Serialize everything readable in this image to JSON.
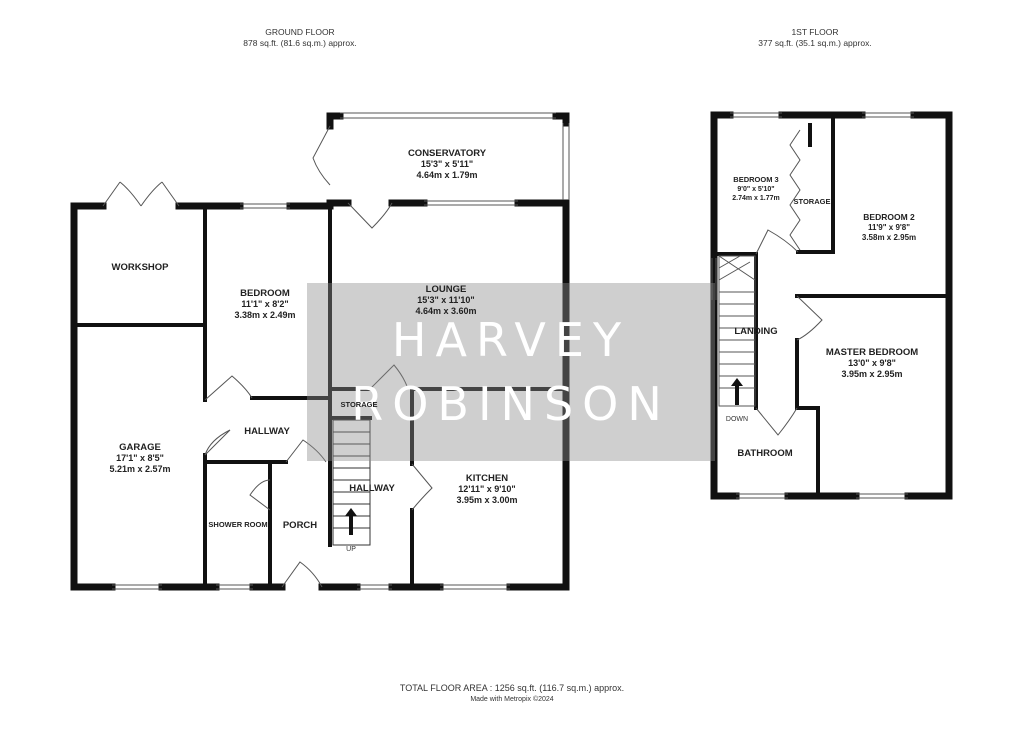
{
  "ground_floor": {
    "title": "GROUND FLOOR",
    "area": "878 sq.ft. (81.6 sq.m.) approx.",
    "rooms": {
      "conservatory": {
        "name": "CONSERVATORY",
        "imperial": "15'3\" x 5'11\"",
        "metric": "4.64m x 1.79m"
      },
      "workshop": {
        "name": "WORKSHOP"
      },
      "bedroom": {
        "name": "BEDROOM",
        "imperial": "11'1\" x 8'2\"",
        "metric": "3.38m x 2.49m"
      },
      "lounge": {
        "name": "LOUNGE",
        "imperial": "15'3\" x 11'10\"",
        "metric": "4.64m x 3.60m"
      },
      "storage": {
        "name": "STORAGE"
      },
      "hallway_left": {
        "name": "HALLWAY"
      },
      "hallway_centre": {
        "name": "HALLWAY"
      },
      "garage": {
        "name": "GARAGE",
        "imperial": "17'1\" x 8'5\"",
        "metric": "5.21m x 2.57m"
      },
      "kitchen": {
        "name": "KITCHEN",
        "imperial": "12'11\" x 9'10\"",
        "metric": "3.95m x 3.00m"
      },
      "shower_room": {
        "name": "SHOWER ROOM"
      },
      "porch": {
        "name": "PORCH"
      }
    },
    "stairs_label": "UP"
  },
  "first_floor": {
    "title": "1ST FLOOR",
    "area": "377 sq.ft. (35.1 sq.m.) approx.",
    "rooms": {
      "bedroom3": {
        "name": "BEDROOM 3",
        "imperial": "9'0\" x 5'10\"",
        "metric": "2.74m x 1.77m"
      },
      "storage": {
        "name": "STORAGE"
      },
      "bedroom2": {
        "name": "BEDROOM 2",
        "imperial": "11'9\" x 9'8\"",
        "metric": "3.58m x 2.95m"
      },
      "landing": {
        "name": "LANDING"
      },
      "master": {
        "name": "MASTER BEDROOM",
        "imperial": "13'0\" x 9'8\"",
        "metric": "3.95m x 2.95m"
      },
      "bathroom": {
        "name": "BATHROOM"
      }
    },
    "stairs_label": "DOWN"
  },
  "watermark": {
    "line1": "HARVEY",
    "line2": "ROBINSON"
  },
  "footer": {
    "total": "TOTAL FLOOR AREA : 1256 sq.ft. (116.7 sq.m.) approx.",
    "credit": "Made with Metropix ©2024"
  },
  "colors": {
    "wall": "#111111",
    "watermark_band": "#8c8c8c",
    "background": "#ffffff"
  }
}
